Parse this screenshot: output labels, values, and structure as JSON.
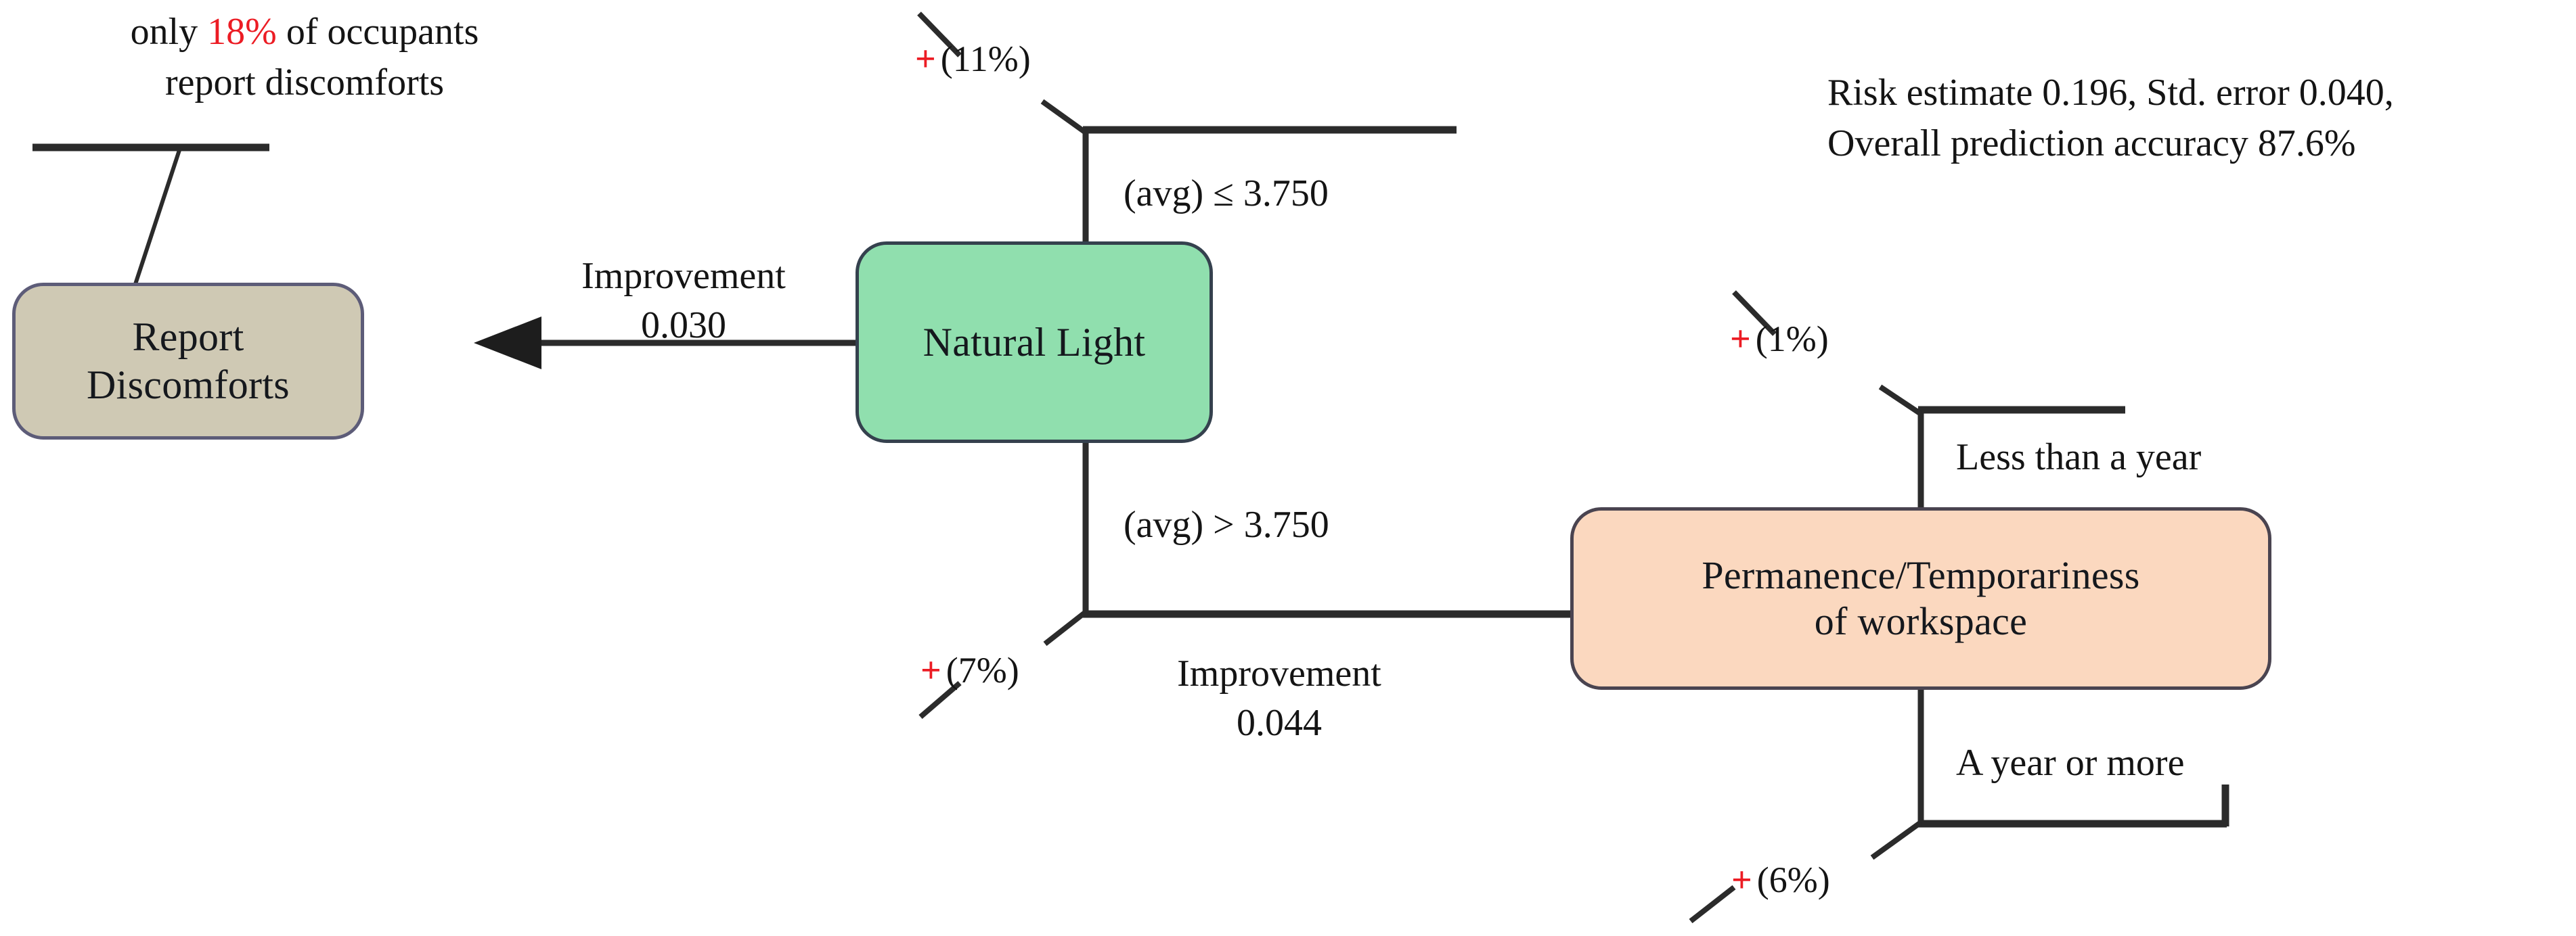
{
  "diagram": {
    "type": "decision-tree",
    "title_annotation_left": {
      "line1_pre": "only ",
      "line1_hi": "18%",
      "line1_post": " of occupants",
      "line2": "report discomforts"
    },
    "stats_annotation_right": {
      "line1": "Risk estimate 0.196, Std. error 0.040,",
      "line2": "Overall prediction accuracy 87.6%"
    },
    "nodes": [
      {
        "id": "report",
        "label": "Report\nDiscomforts",
        "fill": "#cfc9b4",
        "stroke": "#5d5c78"
      },
      {
        "id": "light",
        "label": "Natural Light",
        "fill": "#90dfae",
        "stroke": "#35414e"
      },
      {
        "id": "permanence",
        "label": "Permanence/Temporariness\nof workspace",
        "fill": "#fbd8bf",
        "stroke": "#4a4450"
      }
    ],
    "node_labels": {
      "report_line1": "Report",
      "report_line2": "Discomforts",
      "light": "Natural Light",
      "perm_line1": "Permanence/Temporariness",
      "perm_line2": "of workspace"
    },
    "edges": [
      {
        "from": "light",
        "to": "report",
        "label_line1": "Improvement",
        "label_line2": "0.030"
      },
      {
        "from": "light",
        "to": "permanence",
        "label_line1": "Improvement",
        "label_line2": "0.044"
      }
    ],
    "edge_labels": {
      "improvement_030_l1": "Improvement",
      "improvement_030_l2": "0.030",
      "improvement_044_l1": "Improvement",
      "improvement_044_l2": "0.044"
    },
    "split_conditions": {
      "light_upper": "(avg) ≤ 3.750",
      "light_lower": "(avg) > 3.750",
      "perm_upper": "Less than a year",
      "perm_lower": "A year or more"
    },
    "percent_markers": [
      {
        "id": "top-left-branch",
        "sign": "+",
        "value": "(11%)"
      },
      {
        "id": "bottom-left-branch",
        "sign": "+",
        "value": "(7%)"
      },
      {
        "id": "top-right-branch",
        "sign": "+",
        "value": "(1%)"
      },
      {
        "id": "bottom-right-branch",
        "sign": "+",
        "value": "(6%)"
      }
    ],
    "markers": {
      "p11_sign": "+",
      "p11_value": "(11%)",
      "p7_sign": "+",
      "p7_value": "(7%)",
      "p1_sign": "+",
      "p1_value": "(1%)",
      "p6_sign": "+",
      "p6_value": "(6%)"
    },
    "colors": {
      "accent_red": "#ec1c24",
      "line": "#2b2b2b",
      "node_green": "#90dfae",
      "node_peach": "#fbd8bf",
      "node_khaki": "#cfc9b4"
    }
  }
}
